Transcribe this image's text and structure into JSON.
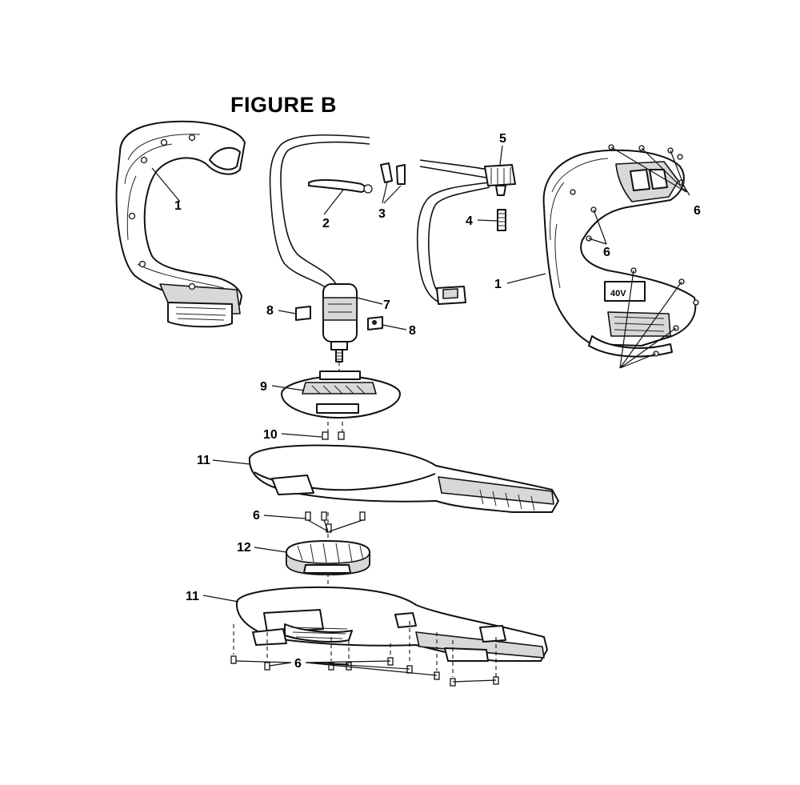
{
  "figure": {
    "title": "FIGURE B"
  },
  "callouts": {
    "c1a": "1",
    "c1b": "1",
    "c2": "2",
    "c3": "3",
    "c4": "4",
    "c5": "5",
    "c6a": "6",
    "c6b": "6",
    "c6c": "6",
    "c6d": "6",
    "c7": "7",
    "c8a": "8",
    "c8b": "8",
    "c9": "9",
    "c10": "10",
    "c11a": "11",
    "c11b": "11",
    "c12": "12"
  },
  "labels": {
    "housing_badge": "40V"
  }
}
